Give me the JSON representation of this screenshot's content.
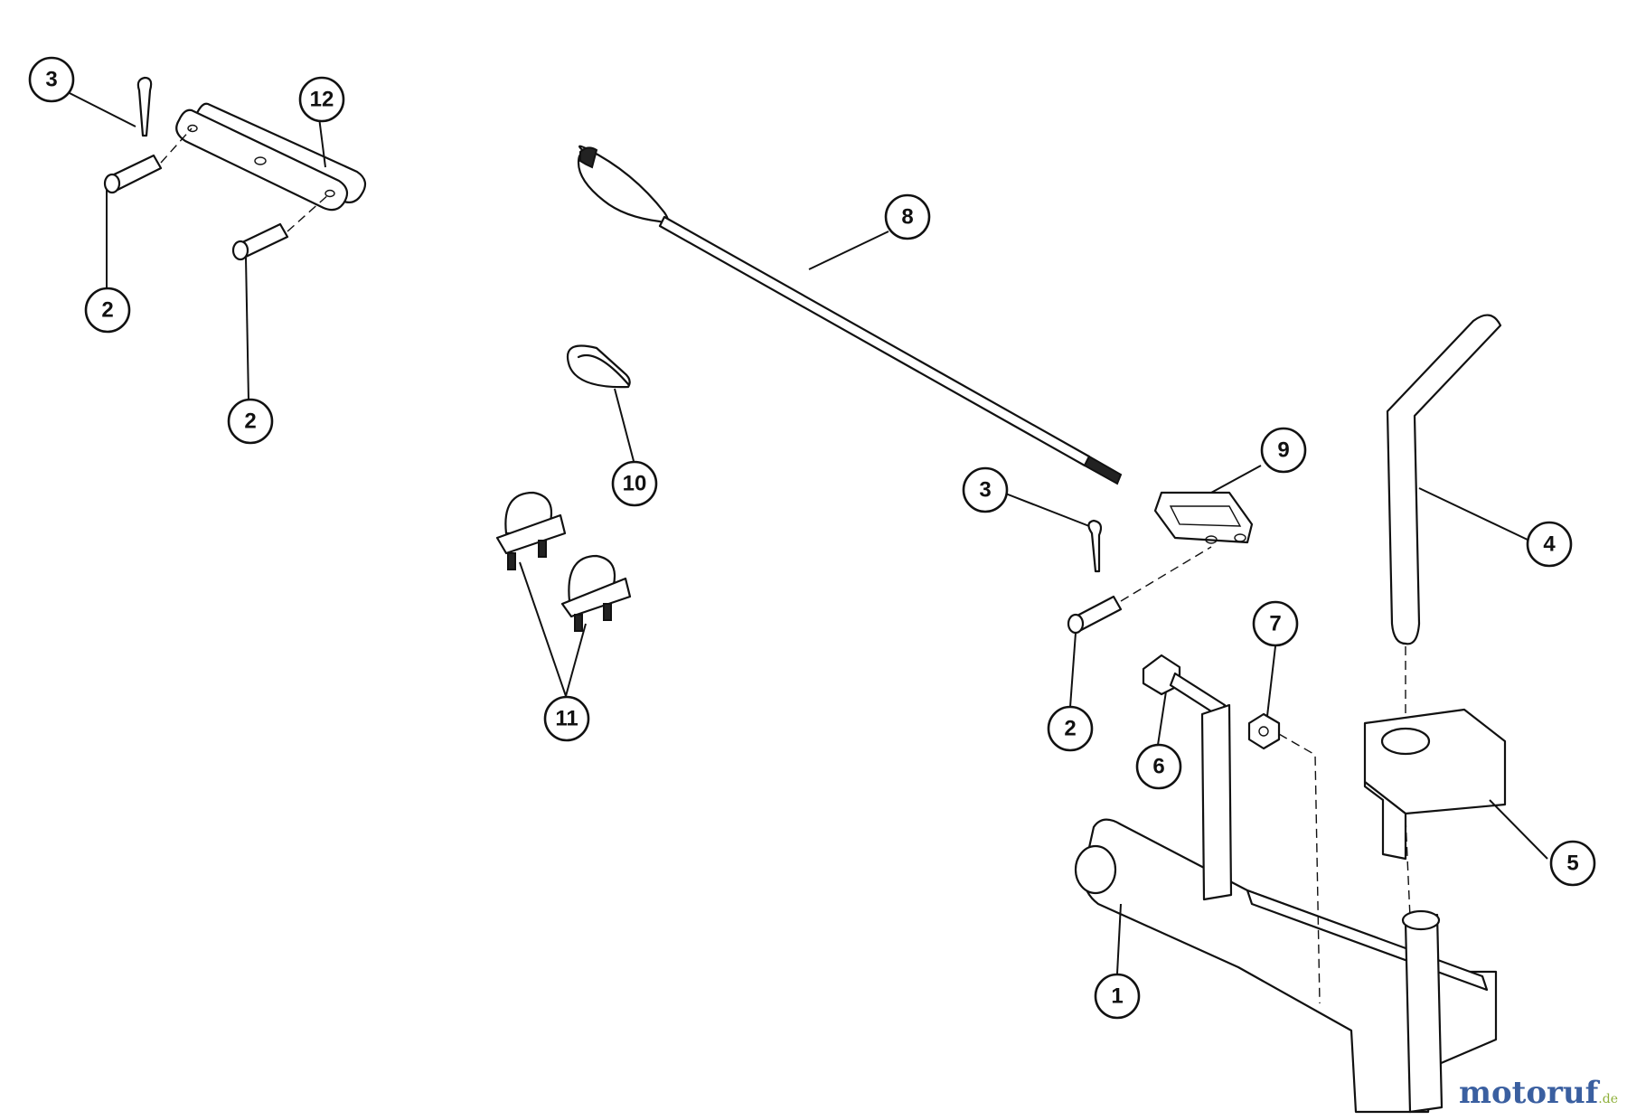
{
  "callouts": [
    {
      "id": "c1",
      "label": "1"
    },
    {
      "id": "c2a",
      "label": "2"
    },
    {
      "id": "c2b",
      "label": "2"
    },
    {
      "id": "c2c",
      "label": "2"
    },
    {
      "id": "c3a",
      "label": "3"
    },
    {
      "id": "c3b",
      "label": "3"
    },
    {
      "id": "c4",
      "label": "4"
    },
    {
      "id": "c5",
      "label": "5"
    },
    {
      "id": "c6",
      "label": "6"
    },
    {
      "id": "c7",
      "label": "7"
    },
    {
      "id": "c8",
      "label": "8"
    },
    {
      "id": "c9",
      "label": "9"
    },
    {
      "id": "c10",
      "label": "10"
    },
    {
      "id": "c11",
      "label": "11"
    },
    {
      "id": "c12",
      "label": "12"
    }
  ],
  "watermark": {
    "main": "motoruf",
    "suffix": ".de"
  }
}
